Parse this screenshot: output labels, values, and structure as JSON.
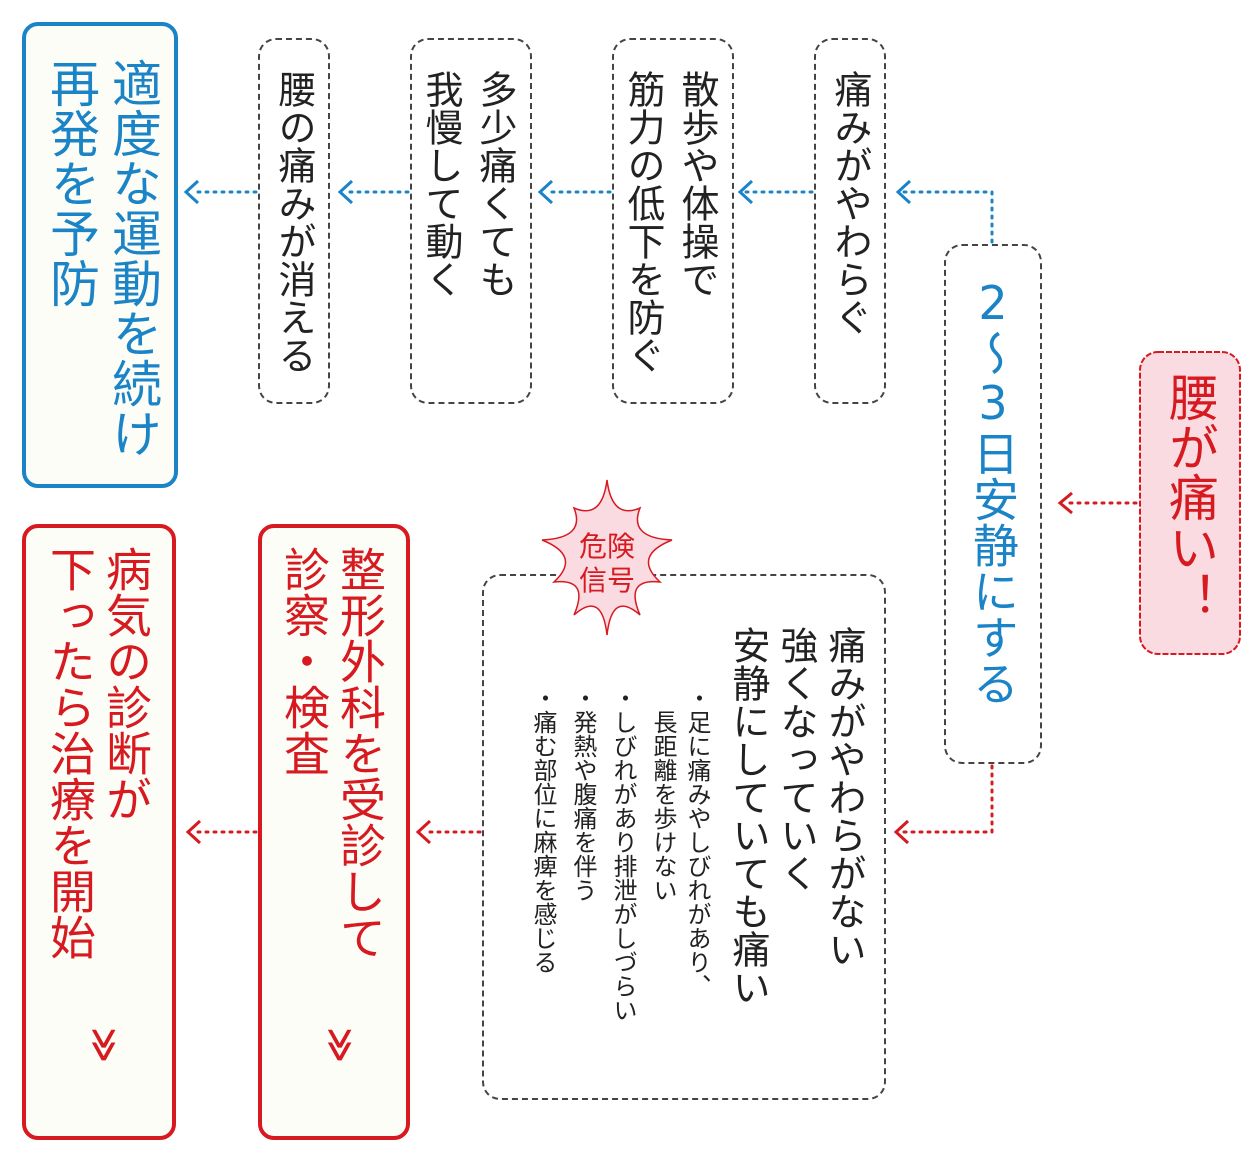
{
  "start": {
    "label": "腰が痛い！"
  },
  "rest": {
    "label": "2〜3日安静にする"
  },
  "improve_path": {
    "steps": [
      {
        "label": "痛みがやわらぐ"
      },
      {
        "label": "散歩や体操で\n筋力の低下を防ぐ"
      },
      {
        "label": "多少痛くても\n我慢して動く"
      },
      {
        "label": "腰の痛みが消える"
      }
    ],
    "result": {
      "label": "適度な運動を続け\n再発を予防"
    }
  },
  "danger_path": {
    "badge": {
      "label": "危険\n信号"
    },
    "main_text": "痛みがやわらがない\n強くなっていく\n安静にしていても痛い",
    "signs": [
      "・足に痛みやしびれがあり、\n　長距離を歩けない",
      "・しびれがあり排泄がしづらい",
      "・発熱や腹痛を伴う",
      "・痛む部位に麻痺を感じる"
    ],
    "clinic": {
      "label": "整形外科を受診して\n診察・検査",
      "more": "≫"
    },
    "treatment": {
      "label": "病気の診断が\n下ったら治療を開始",
      "more": "≫"
    }
  },
  "colors": {
    "blue": "#1a84c7",
    "red": "#d71920",
    "pink_fill": "#fadbe2",
    "dash": "#444444"
  }
}
